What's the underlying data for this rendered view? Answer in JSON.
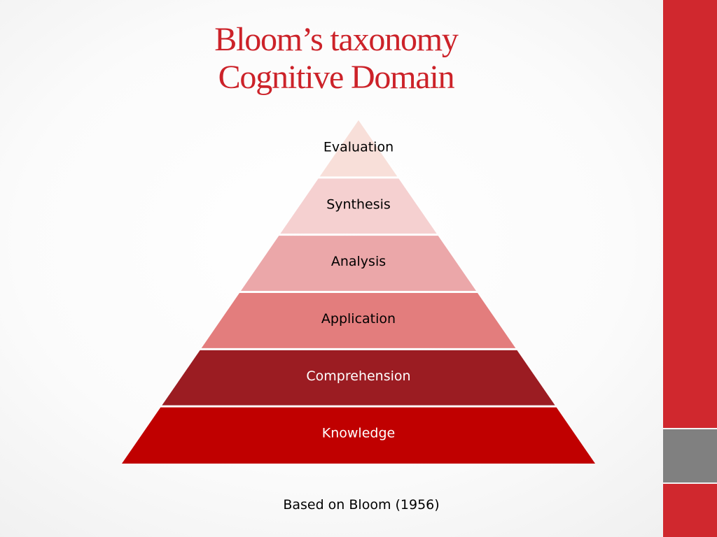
{
  "title": {
    "line1": "Bloom’s taxonomy",
    "line2": "Cognitive Domain"
  },
  "pyramid": {
    "levels": [
      {
        "label": "Evaluation",
        "fill": "#f8dfd9",
        "text_color": "#000000"
      },
      {
        "label": "Synthesis",
        "fill": "#f5d0d0",
        "text_color": "#000000"
      },
      {
        "label": "Analysis",
        "fill": "#eba7a9",
        "text_color": "#000000"
      },
      {
        "label": "Application",
        "fill": "#e37d7d",
        "text_color": "#000000"
      },
      {
        "label": "Comprehension",
        "fill": "#9b1c22",
        "text_color": "#ffffff"
      },
      {
        "label": "Knowledge",
        "fill": "#c00000",
        "text_color": "#ffffff"
      }
    ]
  },
  "caption": "Based on Bloom (1956)",
  "colors": {
    "title": "#cc2229",
    "sidebar_red": "#d0282e",
    "sidebar_gray": "#808080"
  }
}
